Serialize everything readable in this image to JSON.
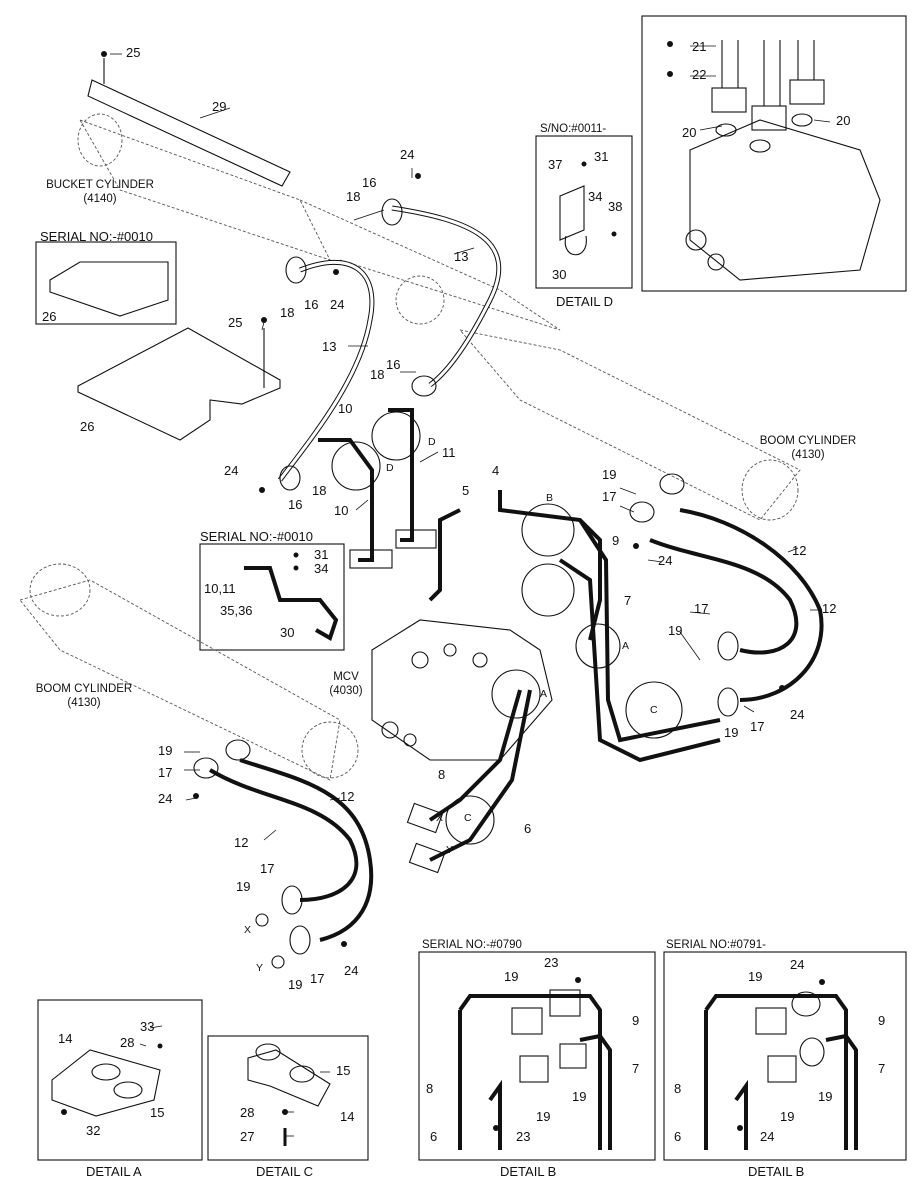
{
  "callouts": {
    "n25a": "25",
    "n29": "29",
    "n24a": "24",
    "n16a": "16",
    "n18a": "18",
    "n13a": "13",
    "n18b": "18",
    "n16b": "16",
    "n24b": "24",
    "n25b": "25",
    "n26a": "26",
    "n26b": "26",
    "n13b": "13",
    "n16c": "16",
    "n18c": "18",
    "n10a": "10",
    "n11": "11",
    "n10b": "10",
    "n24c": "24",
    "n16d": "16",
    "n18d": "18",
    "n4": "4",
    "n5": "5",
    "n9": "9",
    "n7": "7",
    "n19a": "19",
    "n17a": "17",
    "n24d": "24",
    "n12a": "12",
    "n12b": "12",
    "n17b": "17",
    "n19b": "19",
    "n17c": "17",
    "n19c": "19",
    "n24e": "24",
    "n31a": "31",
    "n34a": "34",
    "n3536": "35,36",
    "n1011": "10,11",
    "n30a": "30",
    "n19d": "19",
    "n17d": "17",
    "n24f": "24",
    "n12c": "12",
    "n12d": "12",
    "n17e": "17",
    "n19e": "19",
    "n19f": "19",
    "n17f": "17",
    "n24g": "24",
    "n8": "8",
    "n6": "6",
    "n37": "37",
    "n31b": "31",
    "n34b": "34",
    "n38": "38",
    "n30b": "30",
    "n21": "21",
    "n22": "22",
    "n20a": "20",
    "n20b": "20",
    "a14": "14",
    "a28": "28",
    "a33": "33",
    "a15": "15",
    "a32": "32",
    "c15": "15",
    "c28": "28",
    "c14": "14",
    "c27": "27",
    "b1_19": "19",
    "b1_23a": "23",
    "b1_9": "9",
    "b1_7": "7",
    "b1_8": "8",
    "b1_19b": "19",
    "b1_19c": "19",
    "b1_6": "6",
    "b1_23b": "23",
    "b2_24a": "24",
    "b2_19": "19",
    "b2_9": "9",
    "b2_7": "7",
    "b2_8": "8",
    "b2_19b": "19",
    "b2_19c": "19",
    "b2_6": "6",
    "b2_24b": "24"
  },
  "letters": {
    "D1": "D",
    "D2": "D",
    "B": "B",
    "A1": "A",
    "A2": "A",
    "C1": "C",
    "C2": "C",
    "X1": "X",
    "Y1": "Y",
    "X2": "X",
    "Y2": "Y"
  },
  "captions": {
    "bucket_cyl": "BUCKET CYLINDER",
    "bucket_code": "(4140)",
    "boom_cyl_r": "BOOM CYLINDER",
    "boom_code_r": "(4130)",
    "boom_cyl_l": "BOOM CYLINDER",
    "boom_code_l": "(4130)",
    "mcv": "MCV",
    "mcv_code": "(4030)",
    "serial_top": "SERIAL NO:-#0010",
    "serial_mid": "SERIAL NO:-#0010",
    "sno_d": "S/NO:#0011-",
    "serial_b1": "SERIAL NO:-#0790",
    "serial_b2": "SERIAL NO:#0791-"
  },
  "detail_titles": {
    "d": "DETAIL D",
    "a": "DETAIL A",
    "c": "DETAIL C",
    "b1": "DETAIL B",
    "b2": "DETAIL B"
  }
}
